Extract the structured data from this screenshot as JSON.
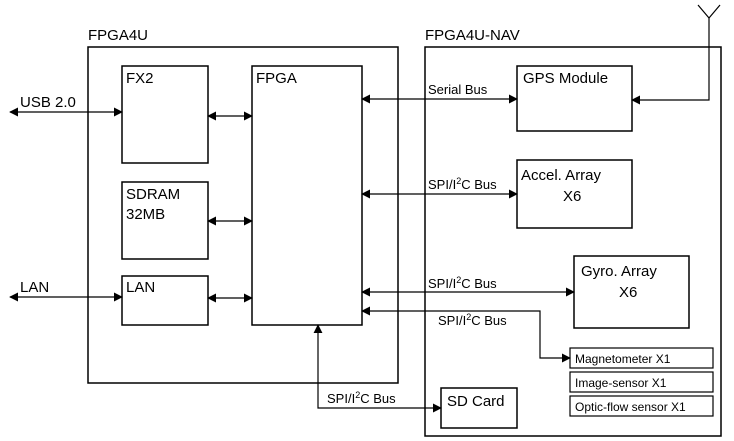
{
  "groups": {
    "fpga4u": "FPGA4U",
    "fpga4u_nav": "FPGA4U-NAV"
  },
  "blocks": {
    "fx2": "FX2",
    "fpga": "FPGA",
    "sdram_line1": "SDRAM",
    "sdram_line2": "32MB",
    "lan": "LAN",
    "gps": "GPS Module",
    "accel_line1": "Accel. Array",
    "accel_line2": "X6",
    "gyro_line1": "Gyro. Array",
    "gyro_line2": "X6",
    "magnetometer": "Magnetometer X1",
    "image_sensor": "Image-sensor X1",
    "optic_flow": "Optic-flow sensor X1",
    "sd_card": "SD Card"
  },
  "external": {
    "usb": "USB 2.0",
    "lan": "LAN"
  },
  "buses": {
    "serial": "Serial Bus",
    "spi_prefix": "SPI/I",
    "spi_sup": "2",
    "spi_suffix": "C Bus"
  }
}
